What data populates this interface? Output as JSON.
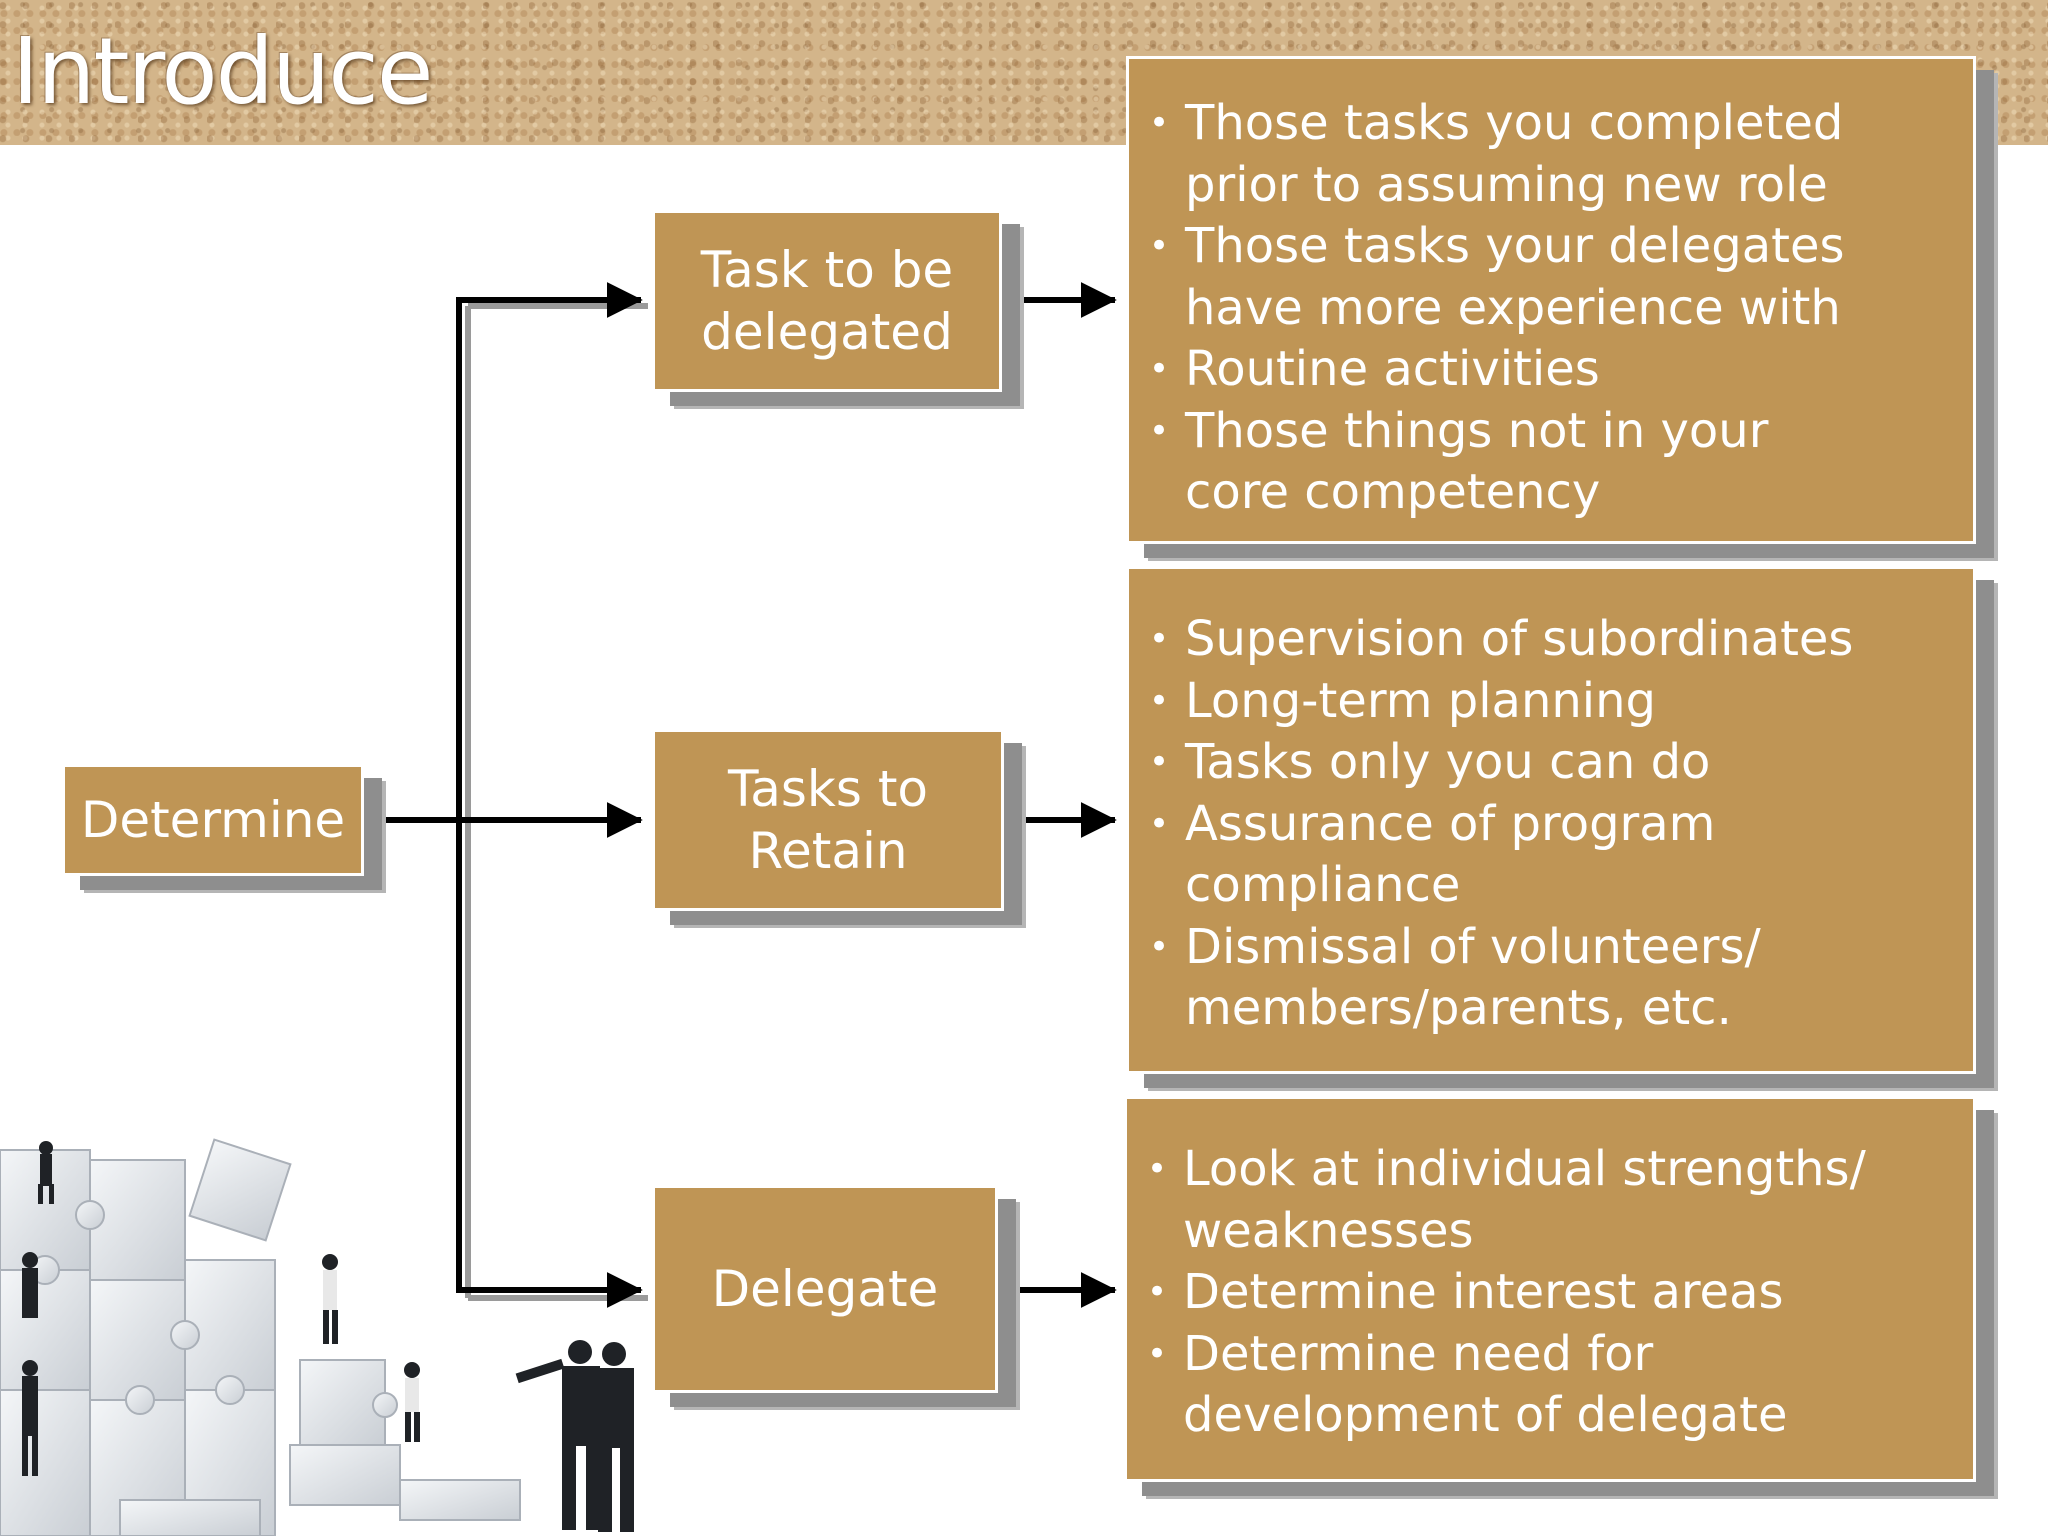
{
  "title": "Introduce",
  "nodes": {
    "determine": "Determine",
    "task_delegated": [
      "Task to be",
      "delegated"
    ],
    "tasks_retain": [
      "Tasks to",
      "Retain"
    ],
    "delegate": "Delegate"
  },
  "lists": {
    "delegated": [
      [
        "Those tasks you completed",
        "prior to assuming new role"
      ],
      [
        "Those tasks your delegates",
        "have more experience with"
      ],
      [
        "Routine activities"
      ],
      [
        "Those things not in your",
        "core competency"
      ]
    ],
    "retain": [
      [
        "Supervision of subordinates"
      ],
      [
        "Long-term planning"
      ],
      [
        "Tasks only you can do"
      ],
      [
        "Assurance of program",
        "compliance"
      ],
      [
        "Dismissal of volunteers/",
        "members/parents, etc."
      ]
    ],
    "delegate": [
      [
        "Look at individual strengths/",
        "weaknesses"
      ],
      [
        "Determine interest areas"
      ],
      [
        "Determine need for",
        "development of delegate"
      ]
    ]
  },
  "colors": {
    "box_fill": "#bf9555",
    "box_text": "#ffffff",
    "shadow": "#8e8e8e",
    "arrow": "#000000"
  }
}
